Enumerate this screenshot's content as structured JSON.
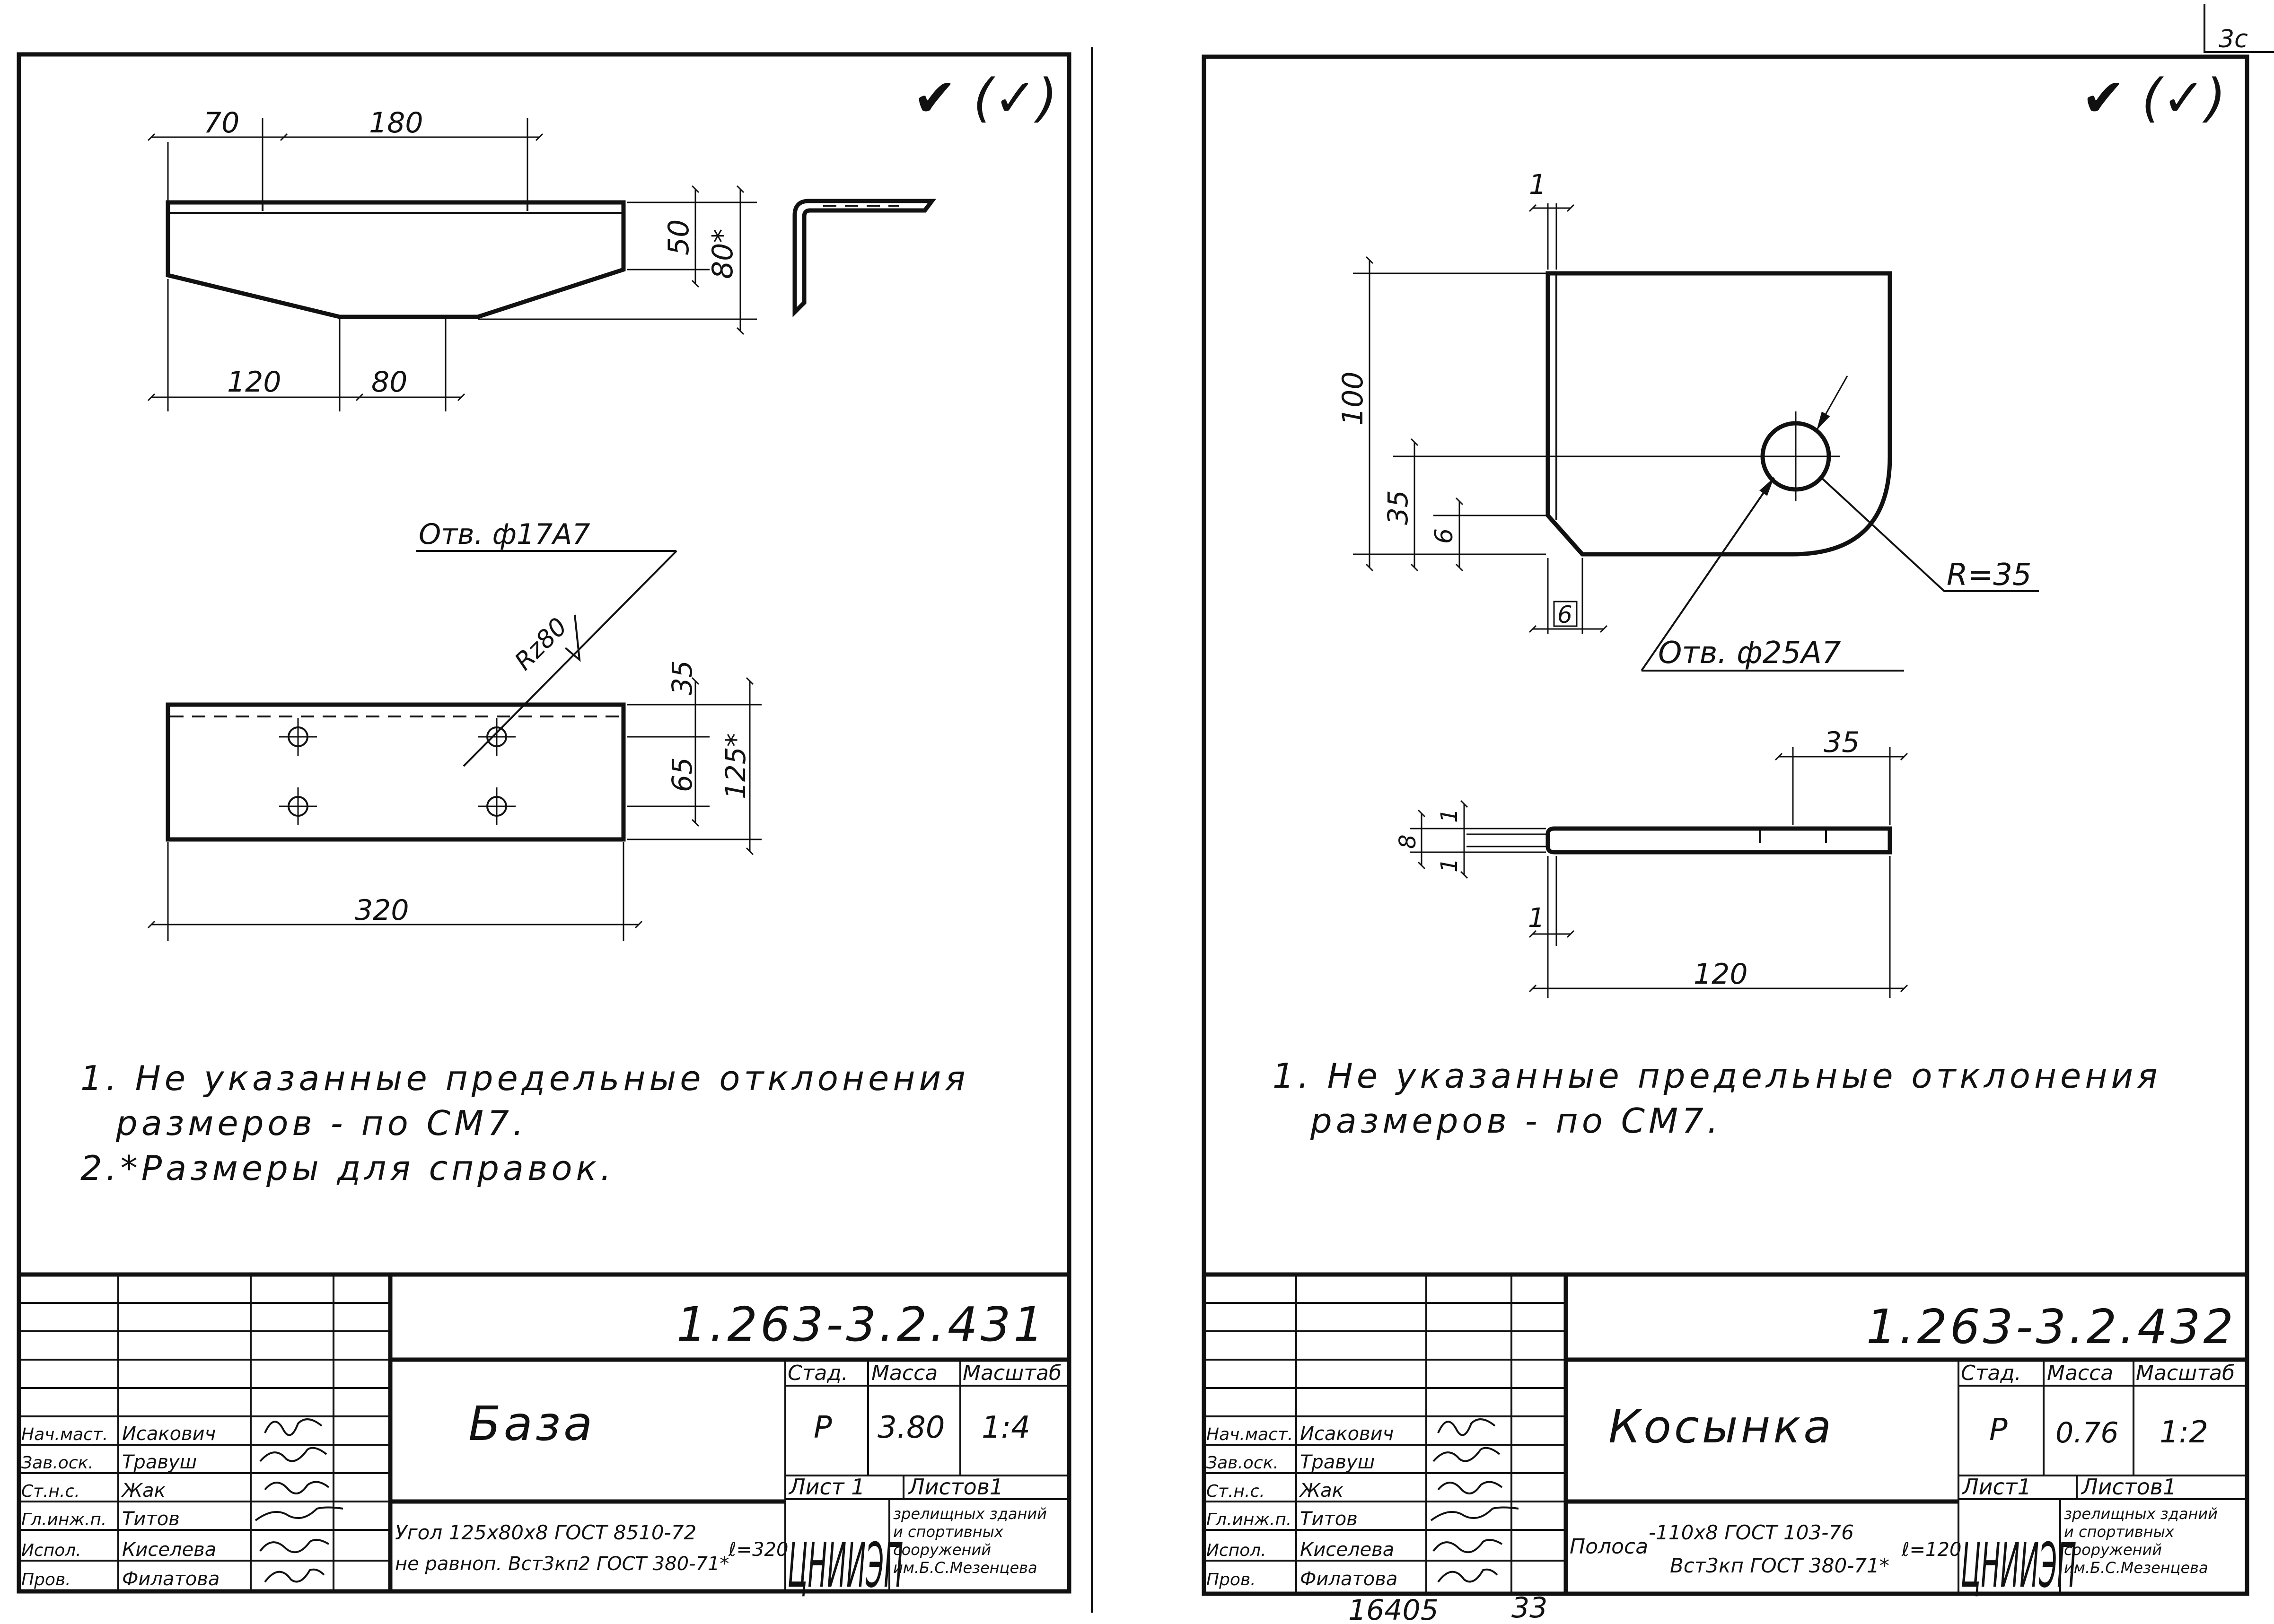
{
  "corner_mark": "3с",
  "bottom_note": "16405",
  "bottom_page": "33",
  "sheets": [
    {
      "roughness": "✔ (✓)",
      "dims": {
        "d70": "70",
        "d180": "180",
        "d50": "50",
        "d80s": "80*",
        "d120": "120",
        "d80": "80",
        "d35": "35",
        "d65": "65",
        "d125s": "125*",
        "d320": "320"
      },
      "hole_label": "Отв. ф17А7",
      "rz_label": "Rz80",
      "notes": [
        "1. Не указанные предельные отклонения",
        "размеров - по СМ7.",
        "2.*Размеры для справок."
      ],
      "code": "1.263-3.2.431",
      "title": "База",
      "stage_h": "Стад.",
      "mass_h": "Масса",
      "scale_h": "Масштаб",
      "stage": "Р",
      "mass": "3.80",
      "scale": "1:4",
      "sheet_label": "Лист 1",
      "sheets_label": "Листов1",
      "material_1": "Угол 125х80х8 ГОСТ 8510-72",
      "material_2": "не равноп. Вст3кп2 ГОСТ 380-71*",
      "material_len": "ℓ=320",
      "org_logo": "ЦНИИЭП",
      "org_1": "зрелищных зданий",
      "org_2": "и спортивных",
      "org_3": "сооружений",
      "org_4": "им.Б.С.Мезенцева",
      "staff": [
        {
          "role": "Нач.маст.",
          "name": "Исакович"
        },
        {
          "role": "Зав.оск.",
          "name": "Травуш"
        },
        {
          "role": "Ст.н.с.",
          "name": "Жак"
        },
        {
          "role": "Гл.инж.п.",
          "name": "Титов"
        },
        {
          "role": "Испол.",
          "name": "Киселева"
        },
        {
          "role": "Пров.",
          "name": "Филатова"
        }
      ]
    },
    {
      "roughness": "✔ (✓)",
      "dims": {
        "d1a": "1",
        "d100": "100",
        "d35a": "35",
        "d6a": "6",
        "d6b": "6",
        "r35": "R=35",
        "d35b": "35",
        "d8": "8",
        "d1b": "1",
        "d1c": "1",
        "d1d": "1",
        "d120": "120"
      },
      "hole_label": "Отв. ф25А7",
      "notes": [
        "1. Не указанные предельные отклонения",
        "размеров - по СМ7."
      ],
      "code": "1.263-3.2.432",
      "title": "Косынка",
      "stage_h": "Стад.",
      "mass_h": "Масса",
      "scale_h": "Масштаб",
      "stage": "Р",
      "mass": "0.76",
      "scale": "1:2",
      "sheet_label": "Лист1",
      "sheets_label": "Листов1",
      "material_pre": "Полоса",
      "material_1": "-110х8 ГОСТ 103-76",
      "material_2": "Вст3кп ГОСТ 380-71*",
      "material_len": "ℓ=120",
      "org_logo": "ЦНИИЭП",
      "org_1": "зрелищных зданий",
      "org_2": "и спортивных",
      "org_3": "сооружений",
      "org_4": "им.Б.С.Мезенцева",
      "staff": [
        {
          "role": "Нач.маст.",
          "name": "Исакович"
        },
        {
          "role": "Зав.оск.",
          "name": "Травуш"
        },
        {
          "role": "Ст.н.с.",
          "name": "Жак"
        },
        {
          "role": "Гл.инж.п.",
          "name": "Титов"
        },
        {
          "role": "Испол.",
          "name": "Киселева"
        },
        {
          "role": "Пров.",
          "name": "Филатова"
        }
      ]
    }
  ]
}
